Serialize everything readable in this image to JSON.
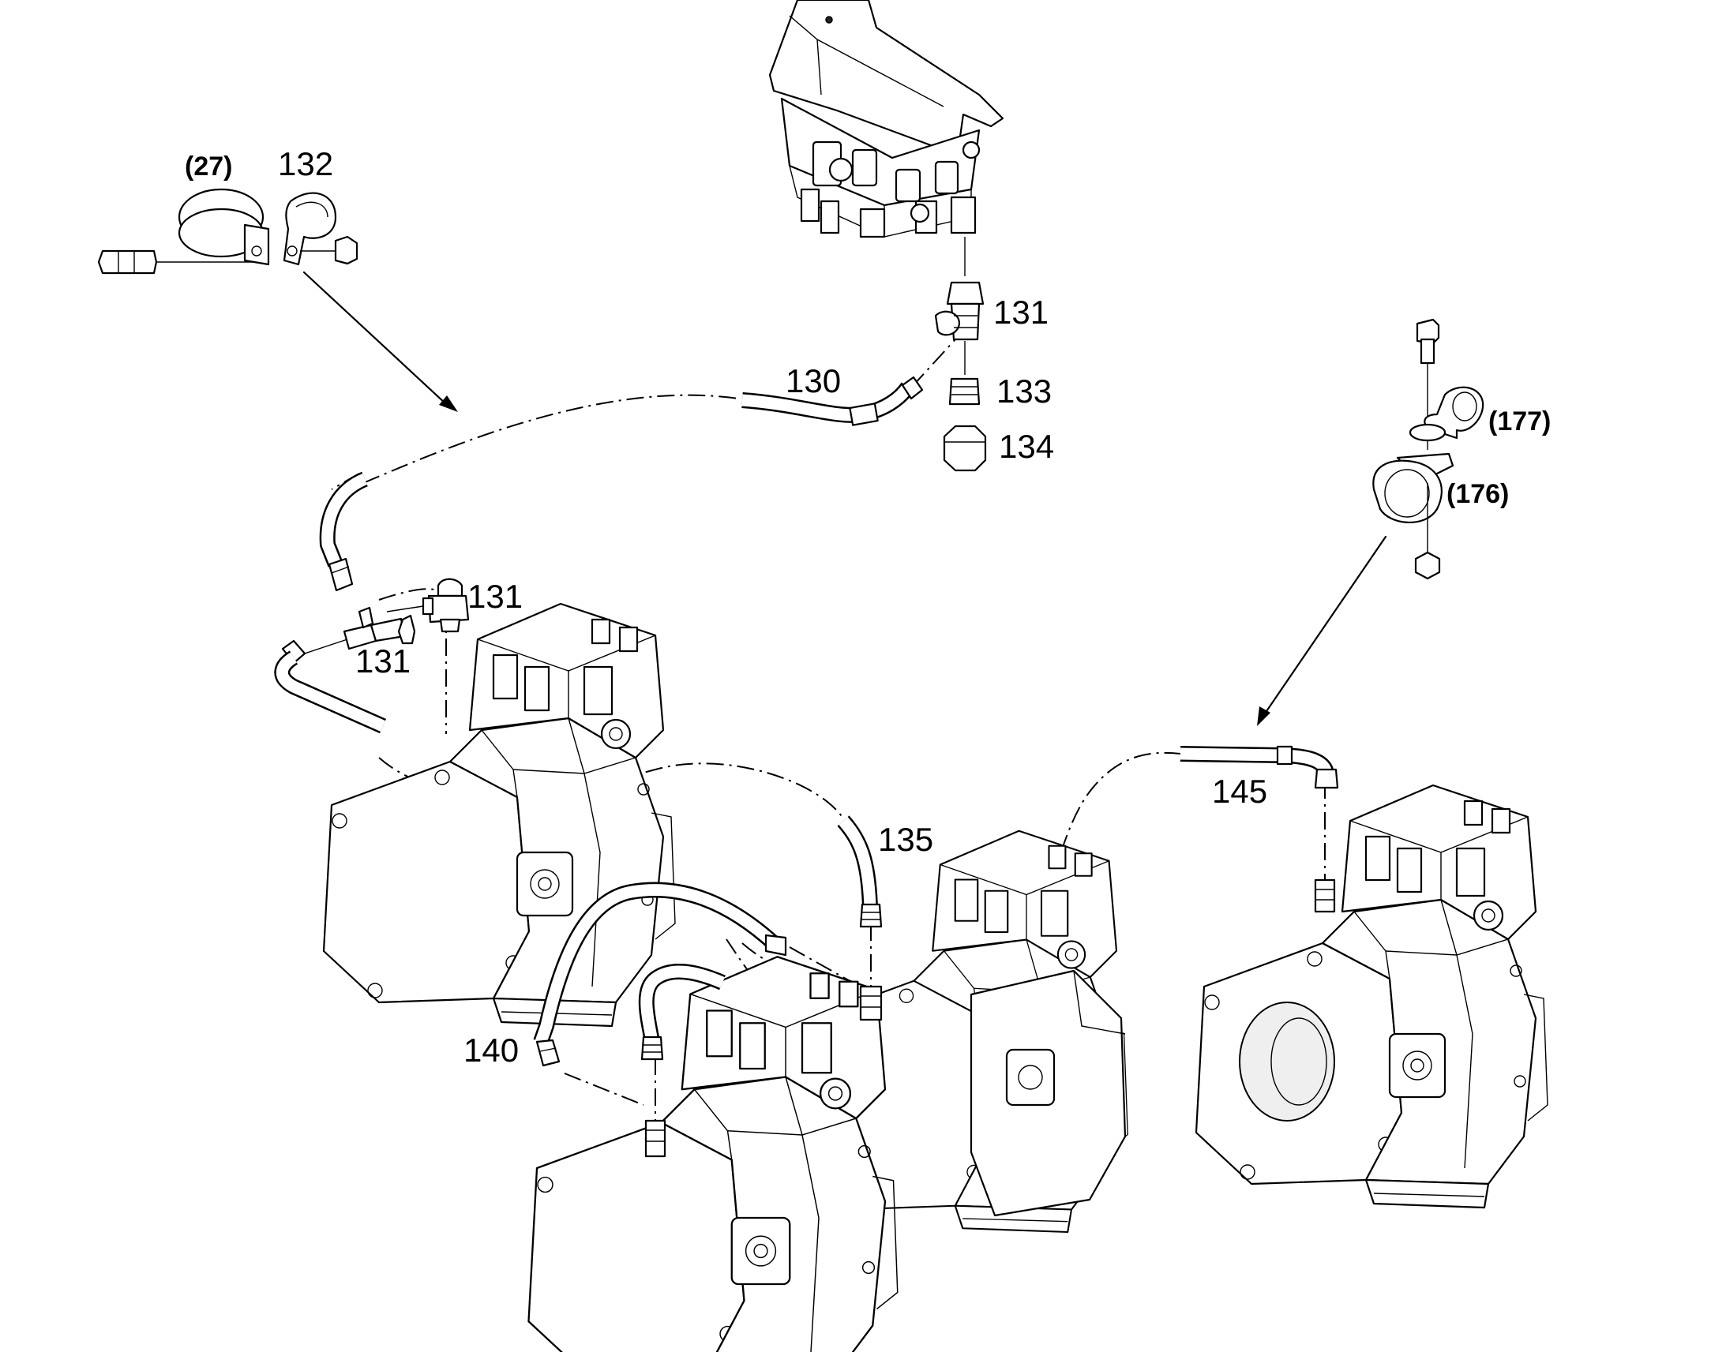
{
  "labels": {
    "p27": "(27)",
    "p132": "132",
    "p131_top": "131",
    "p130": "130",
    "p133": "133",
    "p134": "134",
    "p177": "(177)",
    "p176": "(176)",
    "p131_mid_a": "131",
    "p131_mid_b": "131",
    "p135": "135",
    "p140": "140",
    "p145": "145"
  }
}
